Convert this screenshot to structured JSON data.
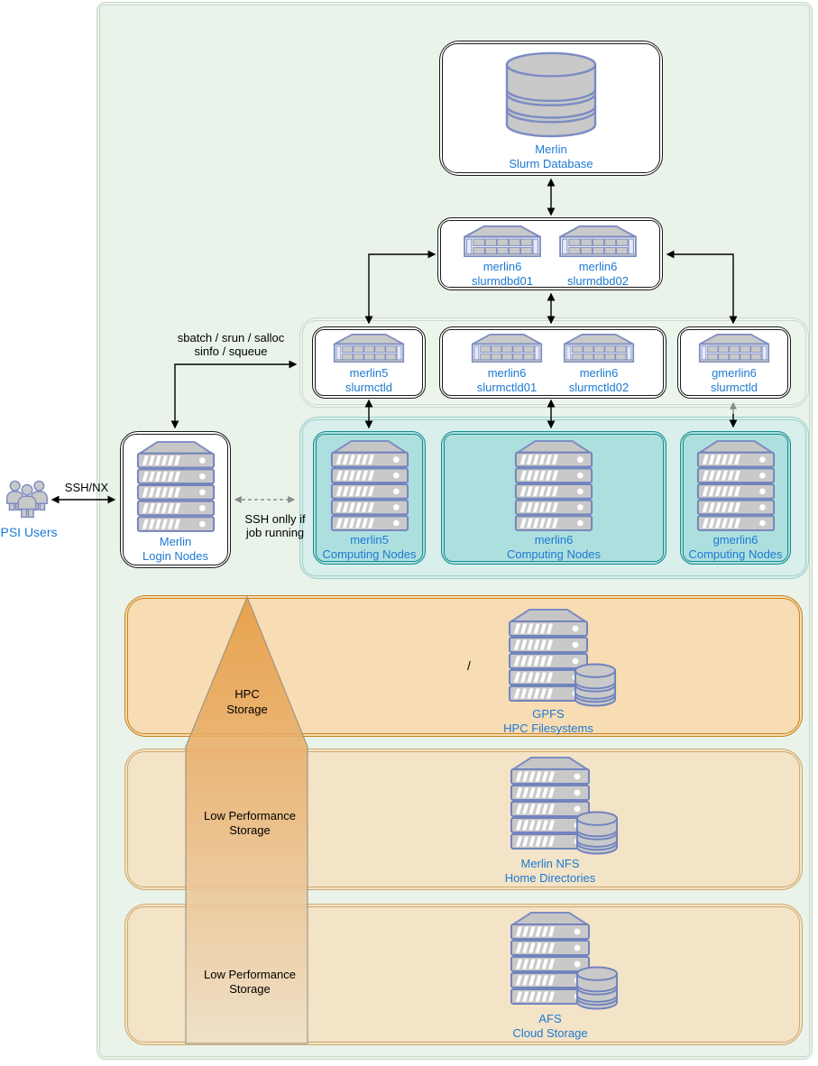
{
  "colors": {
    "blue_label": "#1b7ad2",
    "bg_green": "#e9f3e9",
    "teal_container": "#d8efec",
    "teal_box": "#aedfdf",
    "orange_box1": "#f8dcb4",
    "orange_box23": "#f3e3c7"
  },
  "nodes": {
    "slurm_db": {
      "line1": "Merlin",
      "line2": "Slurm Database"
    },
    "slurmdbd01": {
      "line1": "merlin6",
      "line2": "slurmdbd01"
    },
    "slurmdbd02": {
      "line1": "merlin6",
      "line2": "slurmdbd02"
    },
    "merlin5_ctld": {
      "line1": "merlin5",
      "line2": "slurmctld"
    },
    "merlin6_ctld01": {
      "line1": "merlin6",
      "line2": "slurmctld01"
    },
    "merlin6_ctld02": {
      "line1": "merlin6",
      "line2": "slurmctld02"
    },
    "gmerlin6_ctld": {
      "line1": "gmerlin6",
      "line2": "slurmctld"
    },
    "merlin5_comp": {
      "line1": "merlin5",
      "line2": "Computing Nodes"
    },
    "merlin6_comp": {
      "line1": "merlin6",
      "line2": "Computing Nodes"
    },
    "gmerlin6_comp": {
      "line1": "gmerlin6",
      "line2": "Computing Nodes"
    },
    "login": {
      "line1": "Merlin",
      "line2": "Login Nodes"
    },
    "psi_users": {
      "label": "PSI Users"
    },
    "gpfs": {
      "line1": "GPFS",
      "line2": "HPC Filesystems"
    },
    "nfs": {
      "line1": "Merlin NFS",
      "line2": "Home Directories"
    },
    "afs": {
      "line1": "AFS",
      "line2": "Cloud Storage"
    }
  },
  "edges": {
    "ssh_nx": "SSH/NX",
    "sbatch_line1": "sbatch / srun / salloc",
    "sbatch_line2": "sinfo / squeue",
    "ssh_only_line1": "SSH onlly if",
    "ssh_only_line2": "job running"
  },
  "storage": {
    "hpc_line1": "HPC",
    "hpc_line2": "Storage",
    "low1_line1": "Low Performance",
    "low1_line2": "Storage",
    "low2_line1": "Low Performance",
    "low2_line2": "Storage",
    "slash": "/"
  }
}
